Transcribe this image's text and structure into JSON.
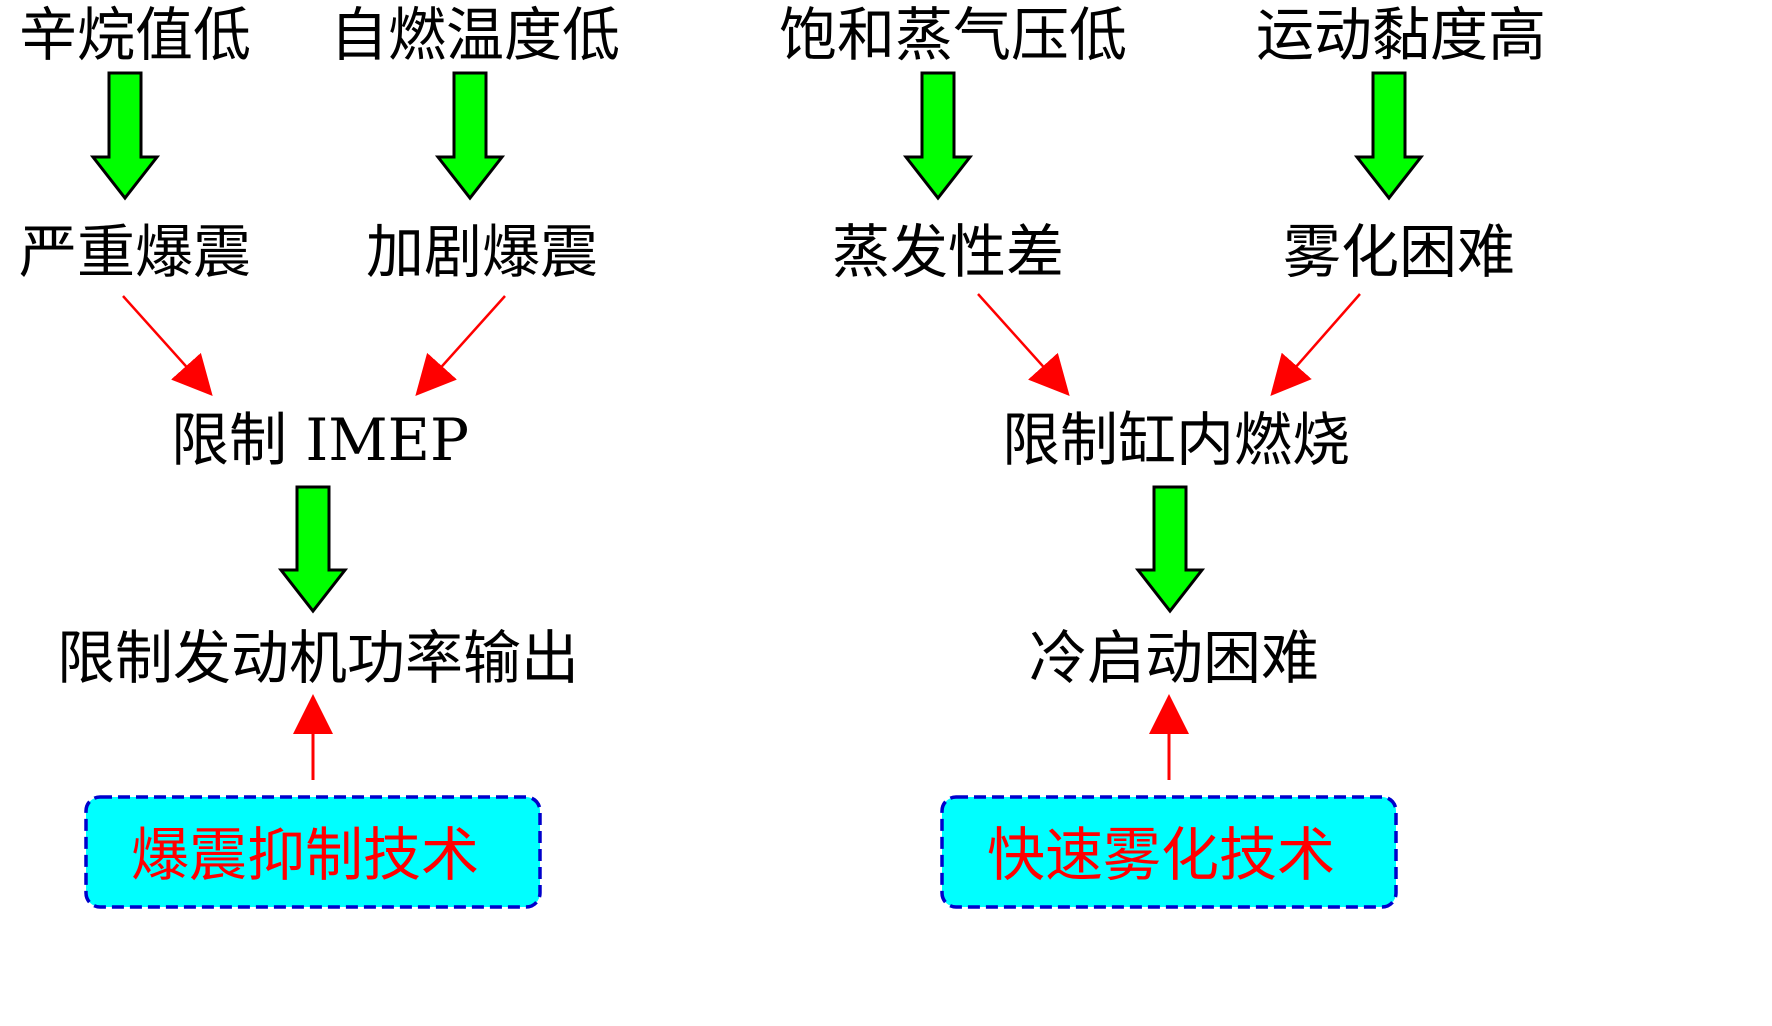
{
  "colors": {
    "text": "#000000",
    "big_arrow_fill": "#00ff00",
    "big_arrow_stroke": "#000000",
    "small_arrow": "#ff0000",
    "tech_box_fill": "#00ffff",
    "tech_box_border": "#0000cc",
    "tech_text": "#ff0000"
  },
  "left": {
    "cause_1": "辛烷值低",
    "cause_2": "自燃温度低",
    "effect_1": "严重爆震",
    "effect_2": "加剧爆震",
    "limit": "限制 IMEP",
    "result": "限制发动机功率输出",
    "technology": "爆震抑制技术"
  },
  "right": {
    "cause_1": "饱和蒸气压低",
    "cause_2": "运动黏度高",
    "effect_1": "蒸发性差",
    "effect_2": "雾化困难",
    "limit": "限制缸内燃烧",
    "result": "冷启动困难",
    "technology": "快速雾化技术"
  }
}
